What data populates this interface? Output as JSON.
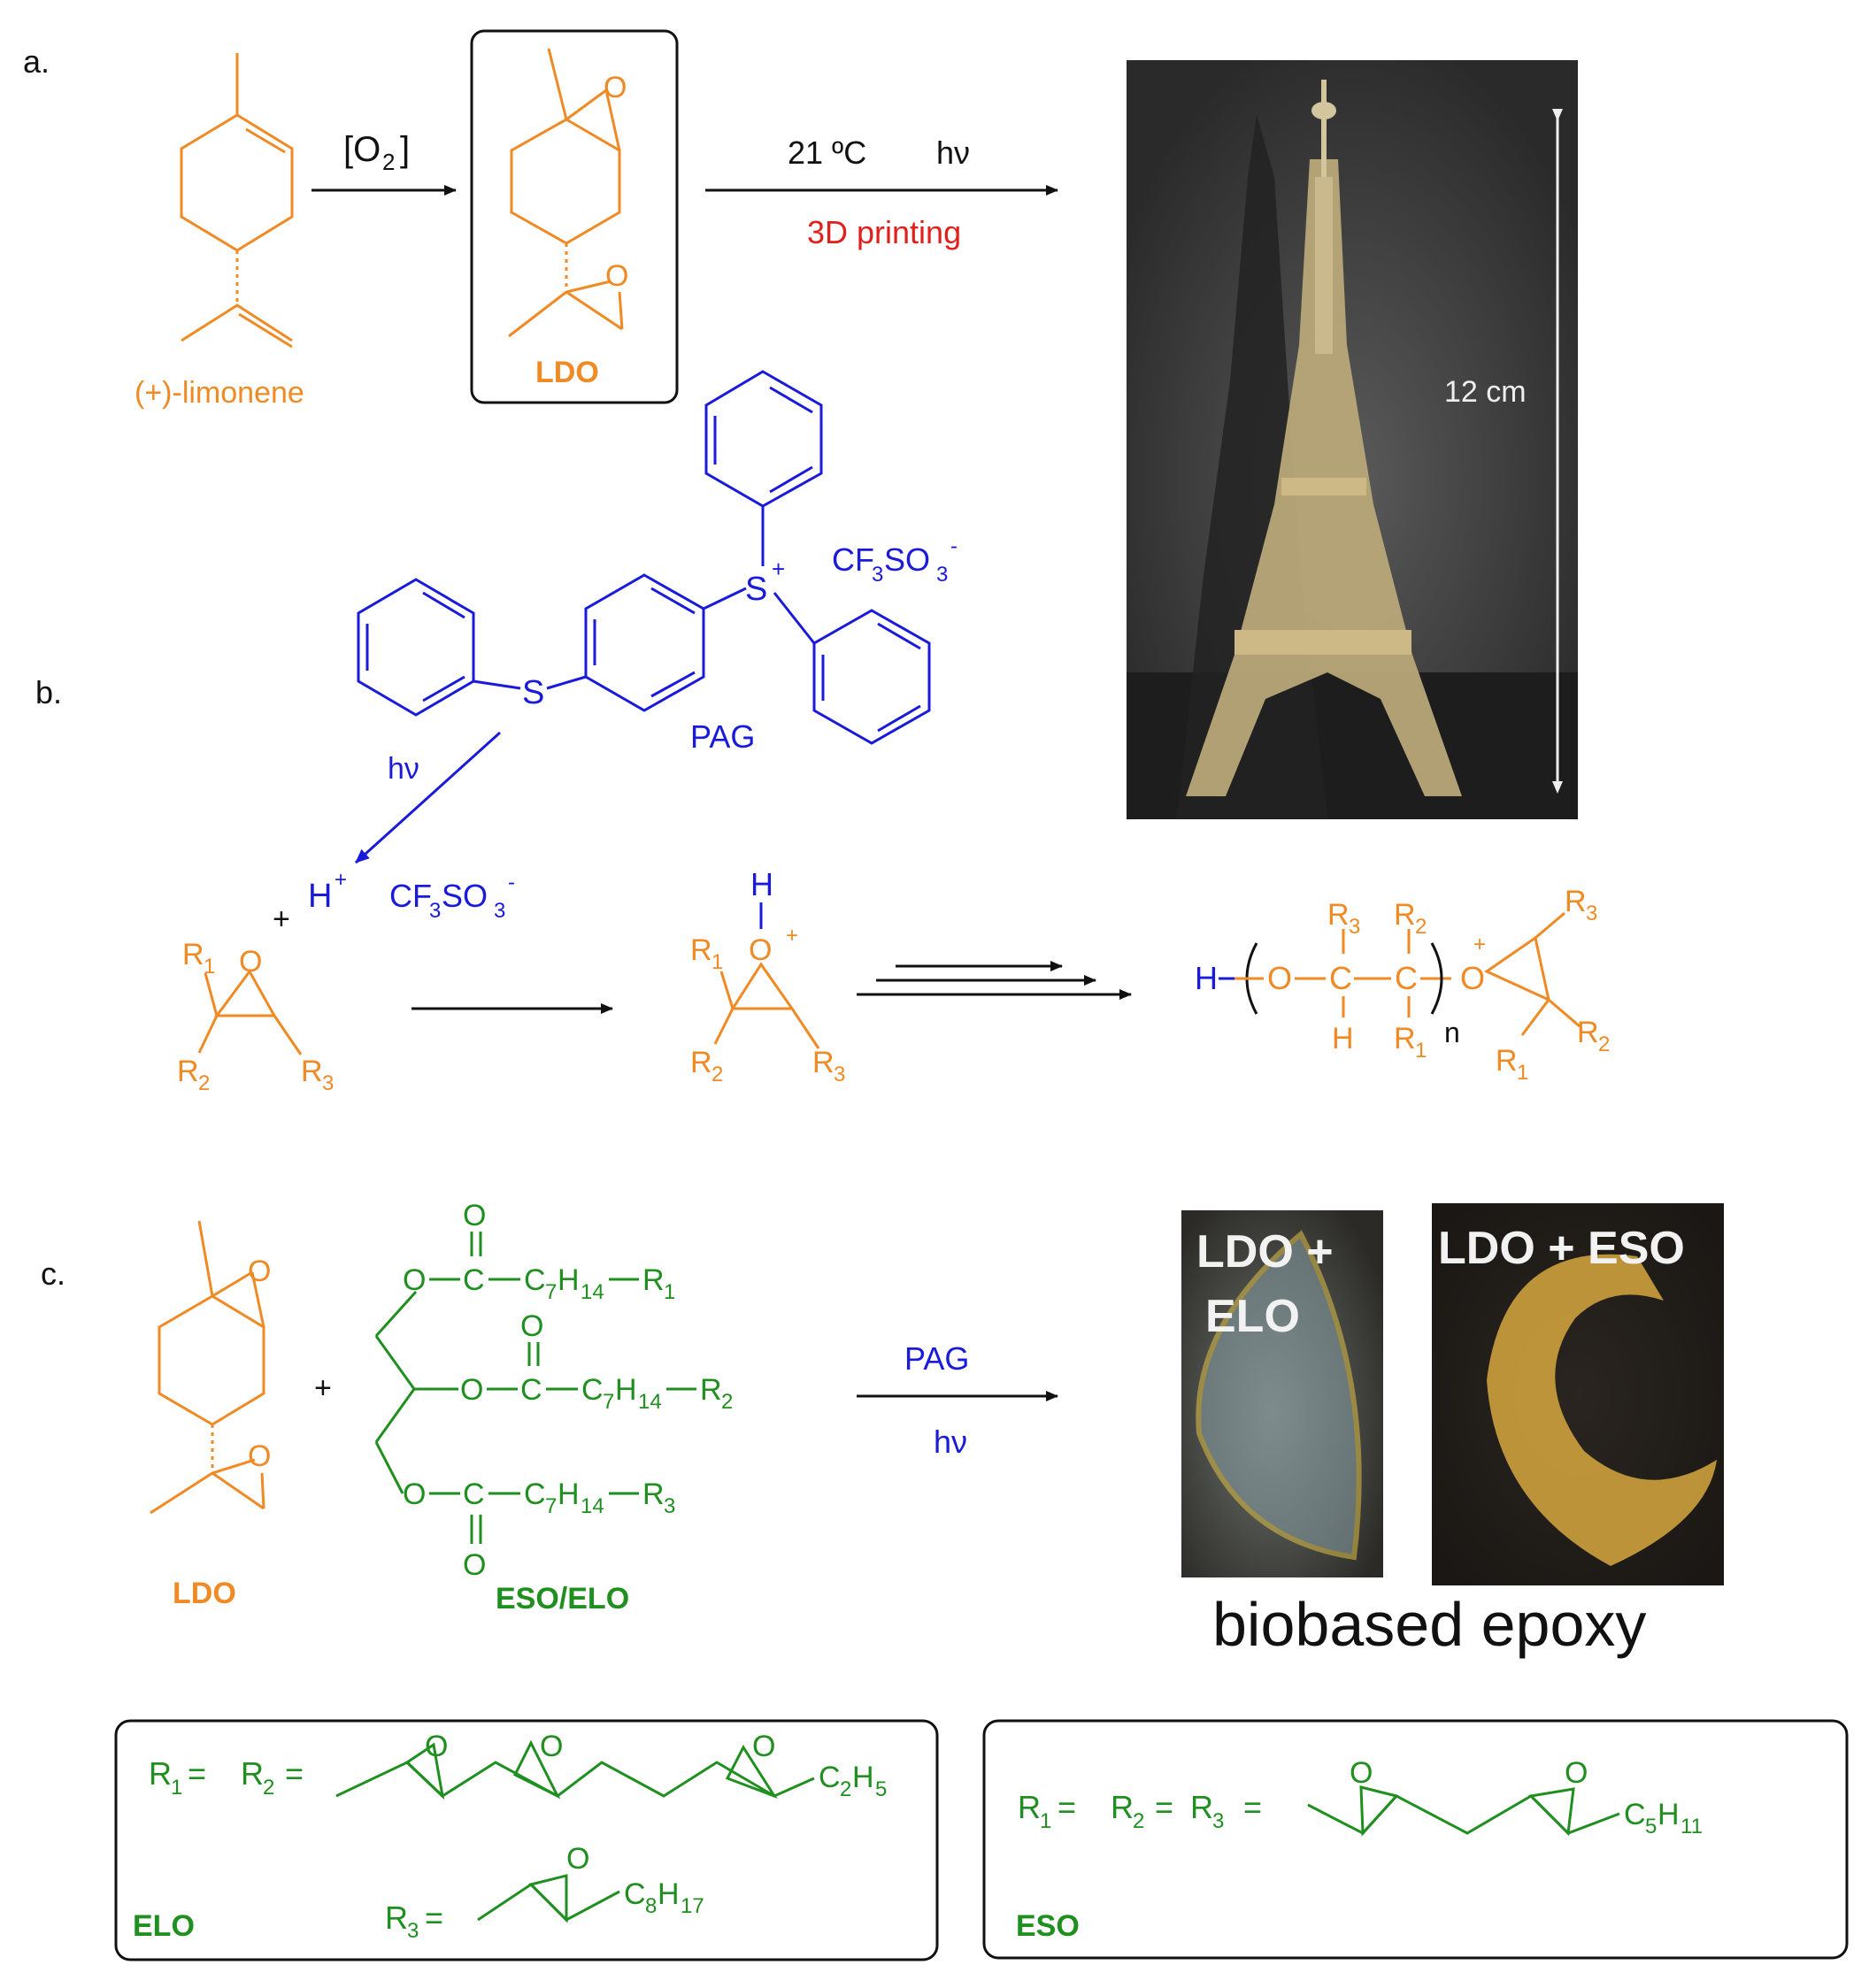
{
  "panel_labels": {
    "a": "a.",
    "b": "b.",
    "c": "c."
  },
  "panel_a": {
    "limonene_label": "(+)-limonene",
    "oxidant_label": "[O",
    "oxidant_sub": "2",
    "oxidant_close": "]",
    "ldo_label": "LDO",
    "temperature": "21 ºC",
    "light": "hν",
    "process": "3D printing",
    "photo_scale": "12 cm"
  },
  "panel_b": {
    "sulfonium": "S",
    "sulfonium_charge": "+",
    "thioether": "S",
    "counterion_main": "CF",
    "counterion_sub1": "3",
    "counterion_mid": "SO",
    "counterion_sub2": "3",
    "counterion_charge": "-",
    "pag_label": "PAG",
    "light": "hν",
    "proton": "H",
    "proton_charge": "+",
    "plus": "+",
    "o": "O",
    "h": "H",
    "c": "C",
    "n": "n",
    "r1": "R",
    "r1s": "1",
    "r2": "R",
    "r2s": "2",
    "r3": "R",
    "r3s": "3"
  },
  "panel_c": {
    "plus": "+",
    "ldo_label": "LDO",
    "eso_elo_label": "ESO/ELO",
    "pag_label": "PAG",
    "light": "hν",
    "chain_c7": "C",
    "chain_c7s": "7",
    "chain_h14": "H",
    "chain_h14s": "14",
    "photo1_line1": "LDO +",
    "photo1_line2": "ELO",
    "photo2_text": "LDO + ESO",
    "caption": "biobased epoxy"
  },
  "box_elo": {
    "r12_label": "R",
    "r3_label": "R",
    "c2h5": "C",
    "c8h17": "C",
    "name": "ELO"
  },
  "box_eso": {
    "r123_label": "R",
    "c5h11": "C",
    "name": "ESO"
  },
  "colors": {
    "orange": "#f08a24",
    "blue": "#1a1adb",
    "green": "#1f8f1f",
    "red": "#e0201c",
    "black": "#111111"
  }
}
